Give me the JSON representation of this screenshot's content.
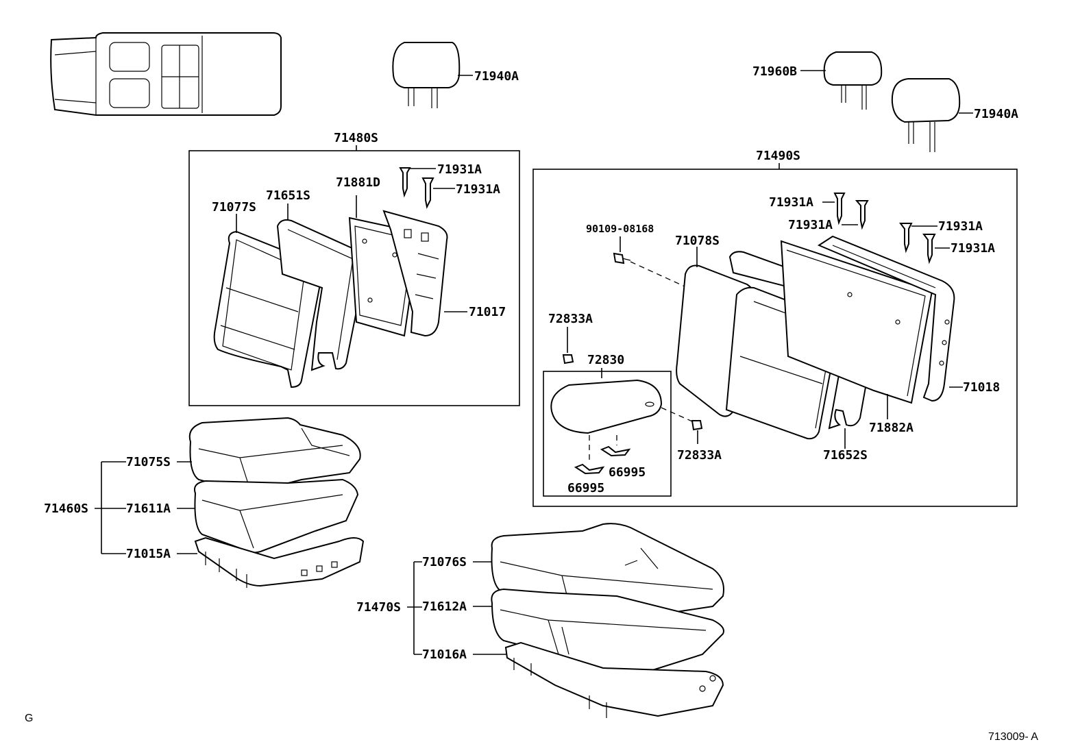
{
  "diagram": {
    "labels": {
      "p71940A_left": "71940A",
      "p71960B": "71960B",
      "p71940A_right": "71940A",
      "p71480S": "71480S",
      "p71490S": "71490S",
      "p71931A_1": "71931A",
      "p71931A_2": "71931A",
      "p71881D": "71881D",
      "p71651S": "71651S",
      "p71077S": "71077S",
      "p71017": "71017",
      "p71931A_3": "71931A",
      "p71931A_4": "71931A",
      "p71931A_5": "71931A",
      "p71931A_6": "71931A",
      "p90109": "90109-08168",
      "p71078S": "71078S",
      "p72833A_1": "72833A",
      "p72830": "72830",
      "p71018": "71018",
      "p72833A_2": "72833A",
      "p71882A": "71882A",
      "p71652S": "71652S",
      "p66995_1": "66995",
      "p66995_2": "66995",
      "p71075S": "71075S",
      "p71460S": "71460S",
      "p71611A": "71611A",
      "p71015A": "71015A",
      "p71076S": "71076S",
      "p71470S": "71470S",
      "p71612A": "71612A",
      "p71016A": "71016A"
    },
    "corner_code": "G",
    "drawing_number": "713009- A"
  }
}
